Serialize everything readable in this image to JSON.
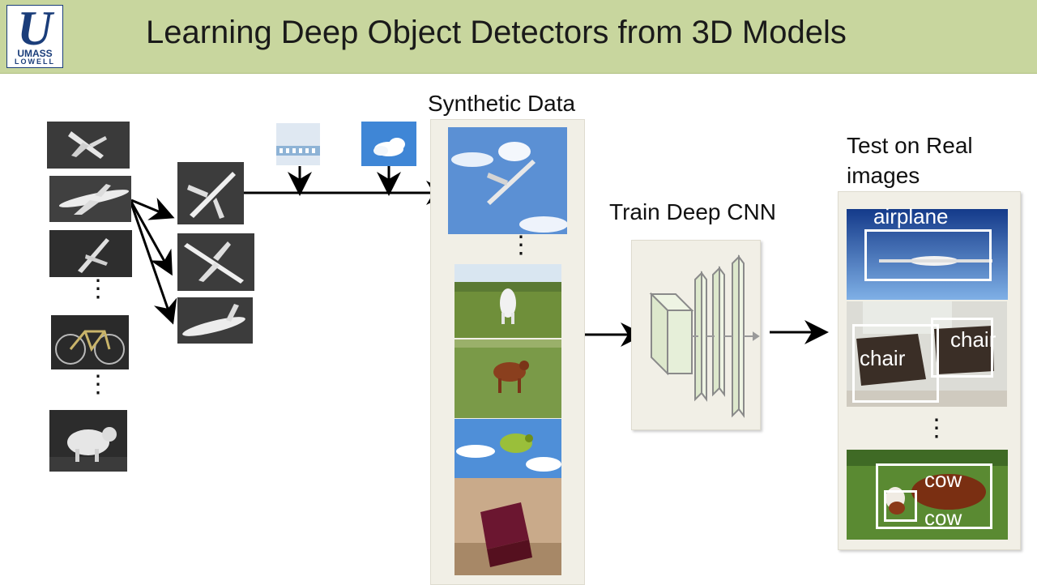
{
  "slide": {
    "title": "Learning Deep Object Detectors from 3D Models",
    "logo": {
      "line1": "UMASS",
      "line2": "LOWELL"
    }
  },
  "sections": {
    "synthetic": "Synthetic Data",
    "train": "Train Deep CNN",
    "test_line1": "Test on Real",
    "test_line2": "images"
  },
  "detections": {
    "airplane": "airplane",
    "chair_left": "chair",
    "chair_right": "chair",
    "cow_big": "cow",
    "cow_small": "cow"
  },
  "icons": {
    "model_airplane": "airplane-3d-model-icon",
    "model_bicycle": "bicycle-3d-model-icon",
    "model_sheep": "sheep-3d-model-icon",
    "background": "sky-background-icon",
    "texture": "texture-pattern-icon"
  },
  "colors": {
    "header_bg": "#c8d69e",
    "panel_bg": "#f1efe6",
    "arrow": "#000000",
    "box": "#ffffff",
    "logo_blue": "#1a3d7a"
  }
}
